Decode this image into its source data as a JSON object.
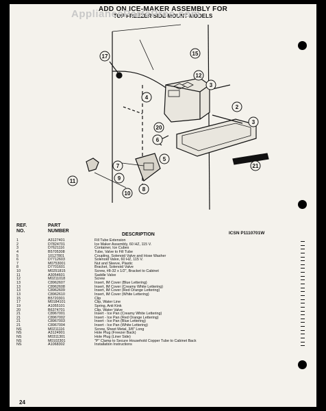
{
  "page": {
    "title": "ADD ON ICE-MAKER ASSEMBLY FOR",
    "subtitle": "TOP FREEZER SIDE MOUNT MODELS",
    "watermark": "AppliancePartsPros.com",
    "icsn": "ICSN P1110701W",
    "page_number": "24"
  },
  "columns": {
    "ref": "REF.\nNO.",
    "part": "PART\nNUMBER",
    "desc": "DESCRIPTION"
  },
  "callouts": [
    "17",
    "15",
    "12",
    "4",
    "3",
    "2",
    "3",
    "20",
    "6",
    "5",
    "7",
    "9",
    "10",
    "11",
    "8",
    "21"
  ],
  "parts": [
    {
      "ref": "1",
      "num": "A3127401",
      "desc": "Fill Tube Extension"
    },
    {
      "ref": "2",
      "num": "D7824701",
      "desc": "Ice Maker Assembly, 60 HZ, 115 V."
    },
    {
      "ref": "3",
      "num": "D7621116",
      "desc": "Container, Ice Cubes"
    },
    {
      "ref": "4",
      "num": "B5705308",
      "desc": "Tube, Valve to Fill Tube"
    },
    {
      "ref": "5",
      "num": "10127801",
      "desc": "Coupling, Solenoid Valve and Hose Washer"
    },
    {
      "ref": "6",
      "num": "D7712603",
      "desc": "Solenoid Valve, 60 HZ, 115 V."
    },
    {
      "ref": "7",
      "num": "M0753001",
      "desc": "Nut and Sleeve, Plastic"
    },
    {
      "ref": "8",
      "num": "D7701601",
      "desc": "Bracket, Solenoid Valve"
    },
    {
      "ref": "10",
      "num": "M0251815",
      "desc": "Screw, #8-32 x 1/2\", Bracket to Cabinet"
    },
    {
      "ref": "11",
      "num": "A3054601",
      "desc": "Saddle Valve"
    },
    {
      "ref": "12",
      "num": "M0211018",
      "desc": "Screw"
    },
    {
      "ref": "13",
      "num": "C8962607",
      "desc": "Insert, IM Cover (Blue Lettering)"
    },
    {
      "ref": "13",
      "num": "C8962608",
      "desc": "Insert, IM Cover (Creamy White Lettering)"
    },
    {
      "ref": "13",
      "num": "C8962609",
      "desc": "Insert, IM Cover (Red Orange Lettering)"
    },
    {
      "ref": "13",
      "num": "C8962610",
      "desc": "Insert, IM Cover (White Lettering)"
    },
    {
      "ref": "15",
      "num": "B5720301",
      "desc": "Clip"
    },
    {
      "ref": "17",
      "num": "M0184101",
      "desc": "Clip, Water Line"
    },
    {
      "ref": "19",
      "num": "A1055101",
      "desc": "Spring, Anti Kink"
    },
    {
      "ref": "20",
      "num": "B6374701",
      "desc": "Clip, Water Valve"
    },
    {
      "ref": "21",
      "num": "C8967001",
      "desc": "Insert - Ice Pan (Creamy White Lettering)"
    },
    {
      "ref": "21",
      "num": "C8967002",
      "desc": "Insert - Ice Pan (Red Orange Lettering)"
    },
    {
      "ref": "21",
      "num": "C8967003",
      "desc": "Insert - Ice Pan (Blue Lettering)"
    },
    {
      "ref": "21",
      "num": "C8967004",
      "desc": "Insert - Ice Pan (White Lettering)"
    },
    {
      "ref": "NS",
      "num": "M0211116",
      "desc": "Screw, Sheet Metal, 3/8\" Long"
    },
    {
      "ref": "NS",
      "num": "A3124901",
      "desc": "Hole Plug (Freezer Back)"
    },
    {
      "ref": "NS",
      "num": "M0311301",
      "desc": "Hole Plug (Liner Side)"
    },
    {
      "ref": "NS",
      "num": "M0102301",
      "desc": "\"P\" Clamp to Secure Household Copper Tube to Cabinet Back"
    },
    {
      "ref": "NS",
      "num": "A1068302",
      "desc": "Installation Instructions"
    }
  ]
}
